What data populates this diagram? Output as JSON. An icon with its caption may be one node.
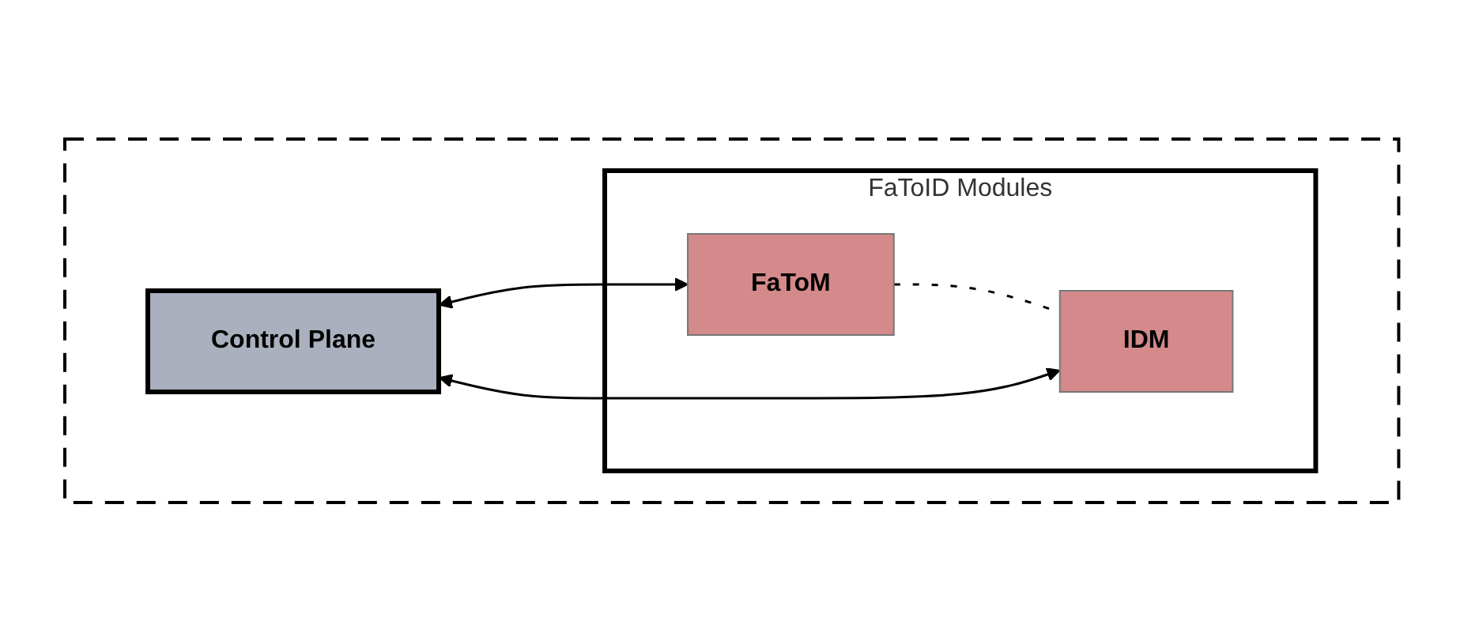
{
  "diagram": {
    "nodes": [
      {
        "text": [],
        "shape": "box"
      },
      {
        "text": [
          "FaToID Modules"
        ],
        "in": 0
      },
      {
        "text": [
          "FaToM"
        ],
        "in": 1
      },
      {
        "text": [
          "IDM"
        ],
        "in": 1
      },
      {
        "text": [
          "Control Plane"
        ],
        "in": 0
      }
    ],
    "edges": [
      {
        "from": 2,
        "to": 3,
        "arrow": "none",
        "style": "dashed"
      },
      {
        "from": 4,
        "to": 2,
        "arrow": "both"
      },
      {
        "from": 4,
        "to": 3,
        "arrow": "both"
      }
    ]
  }
}
